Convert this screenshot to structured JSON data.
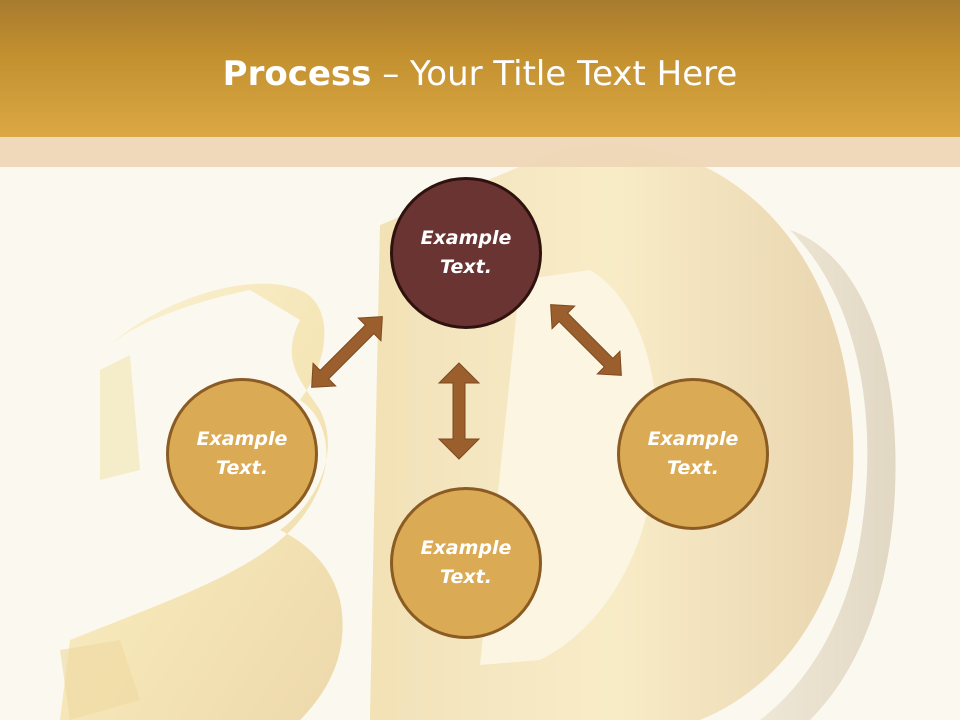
{
  "title": {
    "bold": "Process",
    "separator": " – ",
    "rest": "Your Title Text Here"
  },
  "background": {
    "text": "3D",
    "colors": [
      "#f6e3a0",
      "#e9c66a",
      "#c9a357"
    ]
  },
  "nodes": [
    {
      "id": "top",
      "line1": "Example",
      "line2": "Text."
    },
    {
      "id": "left",
      "line1": "Example",
      "line2": "Text."
    },
    {
      "id": "bottom",
      "line1": "Example",
      "line2": "Text."
    },
    {
      "id": "right",
      "line1": "Example",
      "line2": "Text."
    }
  ],
  "colors": {
    "header": "#c3902f",
    "top_node": "#6a3433",
    "gold_node": "#dbaa55",
    "arrow": "#9a5f2c",
    "text": "#ffffff"
  }
}
